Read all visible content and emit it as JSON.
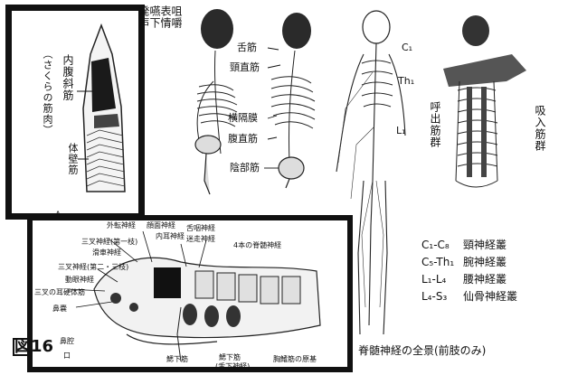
{
  "figure_number": "図16",
  "panel_a": {
    "letter": "A",
    "label_inner": "内腹斜筋",
    "label_paren": "（さくらの筋肉）",
    "label_outer": "体壁筋"
  },
  "panel_b": {
    "vertical_text": [
      "咀嚼",
      "表情",
      "嚥下",
      "発声"
    ],
    "labels": [
      "舌筋",
      "頸直筋",
      "横隔膜",
      "腹直筋",
      "陰部筋"
    ]
  },
  "panel_c": {
    "segments": [
      "C₁",
      "Th₁",
      "L₁"
    ],
    "breath_label": "呼出筋群",
    "legend": [
      {
        "range": "C₁-C₈",
        "name": "頸神経叢"
      },
      {
        "range": "C₅-Th₁",
        "name": "腕神経叢"
      },
      {
        "range": "L₁-L₄",
        "name": "腰神経叢"
      },
      {
        "range": "L₄-S₃",
        "name": "仙骨神経叢"
      }
    ],
    "caption": "脊髄神経の全景(前肢のみ)"
  },
  "panel_d": {
    "label": "吸入筋群"
  },
  "panel_e": {
    "labels": [
      "外転神経",
      "顔面神経",
      "舌咽神経",
      "内耳神経",
      "迷走神経",
      "三叉神経(第一枝)",
      "滑車神経",
      "4本の脊髄神経",
      "三叉神経(第二・三枝)",
      "動眼神経",
      "三叉の耳硬体筋",
      "鼻嚢",
      "鼻腔",
      "口",
      "鰓下筋",
      "鰓下筋",
      "(舌下神経)",
      "胸鰭筋の原基"
    ]
  }
}
